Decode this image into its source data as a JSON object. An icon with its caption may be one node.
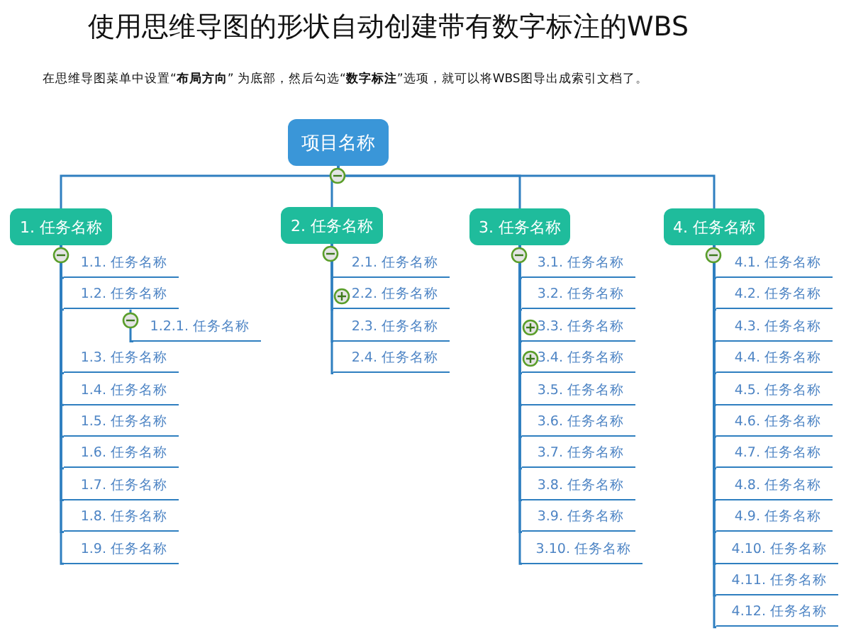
{
  "diagram": {
    "title": "使用思维导图的形状自动创建带有数字标注的WBS",
    "nodes": [
      {
        "text": [
          "项目名称"
        ]
      },
      {
        "text": [
          "1. 任务名称"
        ]
      },
      {
        "text": [
          "1.1. 任务名称"
        ]
      },
      {
        "text": [
          "1.2. 任务名称"
        ]
      },
      {
        "text": [
          "1.2.1. 任务名称"
        ]
      },
      {
        "text": [
          "1.3. 任务名称"
        ]
      },
      {
        "text": [
          "1.4. 任务名称"
        ]
      },
      {
        "text": [
          "1.5. 任务名称"
        ]
      },
      {
        "text": [
          "1.6. 任务名称"
        ]
      },
      {
        "text": [
          "1.7. 任务名称"
        ]
      },
      {
        "text": [
          "1.8. 任务名称"
        ]
      },
      {
        "text": [
          "1.9. 任务名称"
        ]
      },
      {
        "text": [
          "2. 任务名称"
        ]
      },
      {
        "text": [
          "2.1. 任务名称"
        ]
      },
      {
        "text": [
          "2.2. 任务名称"
        ]
      },
      {
        "text": [
          "2.3. 任务名称"
        ]
      },
      {
        "text": [
          "2.4. 任务名称"
        ]
      },
      {
        "text": [
          "3. 任务名称"
        ]
      },
      {
        "text": [
          "3.1. 任务名称"
        ]
      },
      {
        "text": [
          "3.2. 任务名称"
        ]
      },
      {
        "text": [
          "3.3. 任务名称"
        ]
      },
      {
        "text": [
          "3.4. 任务名称"
        ]
      },
      {
        "text": [
          "3.5. 任务名称"
        ]
      },
      {
        "text": [
          "3.6. 任务名称"
        ]
      },
      {
        "text": [
          "3.7. 任务名称"
        ]
      },
      {
        "text": [
          "3.8. 任务名称"
        ]
      },
      {
        "text": [
          "3.9. 任务名称"
        ]
      },
      {
        "text": [
          "3.10. 任务名称"
        ]
      },
      {
        "text": [
          "4. 任务名称"
        ]
      },
      {
        "text": [
          "4.1. 任务名称"
        ]
      },
      {
        "text": [
          "4.2. 任务名称"
        ]
      },
      {
        "text": [
          "4.3. 任务名称"
        ]
      },
      {
        "text": [
          "4.4. 任务名称"
        ]
      },
      {
        "text": [
          "4.5. 任务名称"
        ]
      },
      {
        "text": [
          "4.6. 任务名称"
        ]
      },
      {
        "text": [
          "4.7. 任务名称"
        ]
      },
      {
        "text": [
          "4.8. 任务名称"
        ]
      },
      {
        "text": [
          "4.9. 任务名称"
        ]
      },
      {
        "text": [
          "4.10. 任务名称"
        ]
      },
      {
        "text": [
          "4.11. 任务名称"
        ]
      },
      {
        "text": [
          "4.12. 任务名称"
        ]
      }
    ],
    "edges": [
      {
        "from": 0,
        "to": 1,
        "arrow": "none"
      },
      {
        "from": 0,
        "to": 12,
        "arrow": "none"
      },
      {
        "from": 0,
        "to": 17,
        "arrow": "none"
      },
      {
        "from": 0,
        "to": 28,
        "arrow": "none"
      },
      {
        "from": 1,
        "to": 2,
        "arrow": "none"
      },
      {
        "from": 1,
        "to": 3,
        "arrow": "none"
      },
      {
        "from": 3,
        "to": 4,
        "arrow": "none"
      },
      {
        "from": 1,
        "to": 5,
        "arrow": "none"
      },
      {
        "from": 1,
        "to": 6,
        "arrow": "none"
      },
      {
        "from": 1,
        "to": 7,
        "arrow": "none"
      },
      {
        "from": 1,
        "to": 8,
        "arrow": "none"
      },
      {
        "from": 1,
        "to": 9,
        "arrow": "none"
      },
      {
        "from": 1,
        "to": 10,
        "arrow": "none"
      },
      {
        "from": 1,
        "to": 11,
        "arrow": "none"
      },
      {
        "from": 12,
        "to": 13,
        "arrow": "none"
      },
      {
        "from": 12,
        "to": 14,
        "arrow": "none"
      },
      {
        "from": 12,
        "to": 15,
        "arrow": "none"
      },
      {
        "from": 12,
        "to": 16,
        "arrow": "none"
      },
      {
        "from": 17,
        "to": 18,
        "arrow": "none"
      },
      {
        "from": 17,
        "to": 19,
        "arrow": "none"
      },
      {
        "from": 17,
        "to": 20,
        "arrow": "none"
      },
      {
        "from": 17,
        "to": 21,
        "arrow": "none"
      },
      {
        "from": 17,
        "to": 22,
        "arrow": "none"
      },
      {
        "from": 17,
        "to": 23,
        "arrow": "none"
      },
      {
        "from": 17,
        "to": 24,
        "arrow": "none"
      },
      {
        "from": 17,
        "to": 25,
        "arrow": "none"
      },
      {
        "from": 17,
        "to": 26,
        "arrow": "none"
      },
      {
        "from": 17,
        "to": 27,
        "arrow": "none"
      },
      {
        "from": 28,
        "to": 29,
        "arrow": "none"
      },
      {
        "from": 28,
        "to": 30,
        "arrow": "none"
      },
      {
        "from": 28,
        "to": 31,
        "arrow": "none"
      },
      {
        "from": 28,
        "to": 32,
        "arrow": "none"
      },
      {
        "from": 28,
        "to": 33,
        "arrow": "none"
      },
      {
        "from": 28,
        "to": 34,
        "arrow": "none"
      },
      {
        "from": 28,
        "to": 35,
        "arrow": "none"
      },
      {
        "from": 28,
        "to": 36,
        "arrow": "none"
      },
      {
        "from": 28,
        "to": 37,
        "arrow": "none"
      },
      {
        "from": 28,
        "to": 38,
        "arrow": "none"
      },
      {
        "from": 28,
        "to": 39,
        "arrow": "none"
      },
      {
        "from": 28,
        "to": 40,
        "arrow": "none"
      }
    ],
    "labels": [
      "在思维导图菜单中设置“**布局方向**” 为底部，然后勾选“**数字标注**”选项，就可以将WBS图导出成索引文档了。"
    ]
  }
}
